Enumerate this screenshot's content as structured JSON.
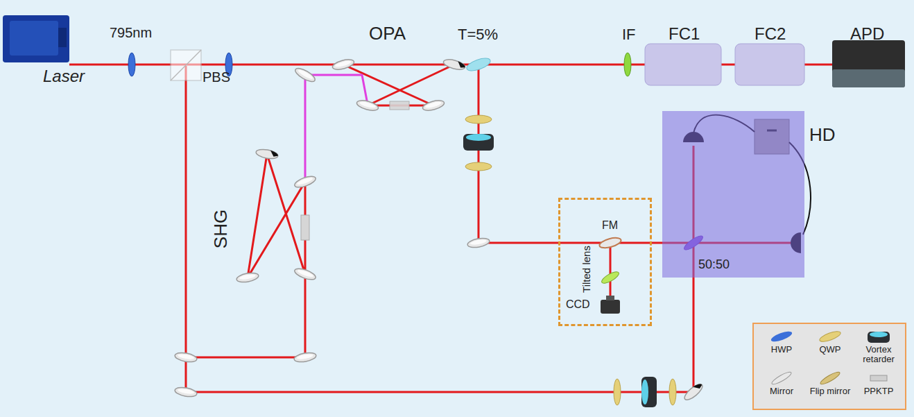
{
  "diagram": {
    "nodes": [
      {
        "text": [
          "FM",
          "Tilted lens",
          "CCD"
        ]
      },
      {
        "text": [
          "HD",
          "50:50"
        ]
      }
    ],
    "edges": [
      {
        "from": 0,
        "to": 1,
        "arrow": "none"
      }
    ],
    "labels": [
      "795nm",
      "OPA",
      "T=5%",
      "IF",
      "FC1",
      "FC2",
      "APD",
      "Laser",
      "PBS",
      "SHG"
    ],
    "legend": [
      {
        "text": "HWP"
      },
      {
        "text": "QWP"
      },
      {
        "text": "Vortex retarder"
      },
      {
        "text": "Mirror"
      },
      {
        "text": "Flip mirror"
      },
      {
        "text": "PPKTP"
      }
    ]
  }
}
